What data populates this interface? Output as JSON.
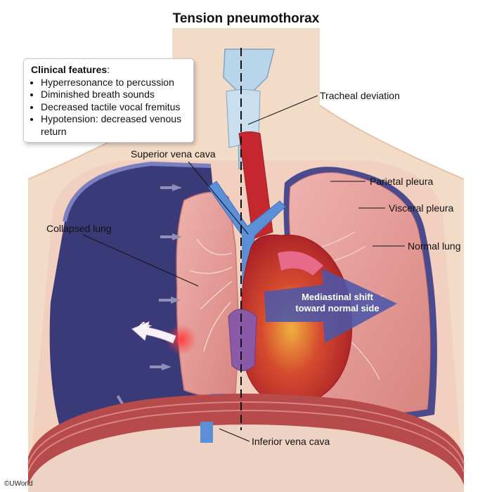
{
  "title": "Tension pneumothorax",
  "clinical_features": {
    "heading": "Clinical features",
    "items": [
      "Hyperresonance to percussion",
      "Diminished breath sounds",
      "Decreased tactile vocal fremitus",
      "Hypotension: decreased venous return"
    ]
  },
  "labels": {
    "tracheal_deviation": "Tracheal deviation",
    "superior_vena_cava": "Superior vena cava",
    "parietal_pleura": "Parietal pleura",
    "visceral_pleura": "Visceral pleura",
    "collapsed_lung": "Collapsed lung",
    "normal_lung": "Normal lung",
    "mediastinal_shift_line1": "Mediastinal shift",
    "mediastinal_shift_line2": "toward normal side",
    "air": "Air",
    "inferior_vena_cava": "Inferior vena cava"
  },
  "copyright": "©UWorld",
  "colors": {
    "pleural_space": "#3b3a78",
    "lung_tissue": "#e49d9b",
    "heart": "#c4282e",
    "vena_cava": "#5b8fd8",
    "trachea": "#b9d5ea",
    "skin": "#f3dcc7",
    "diaphragm": "#b74a4a",
    "shift_arrow": "#4c56a8"
  }
}
